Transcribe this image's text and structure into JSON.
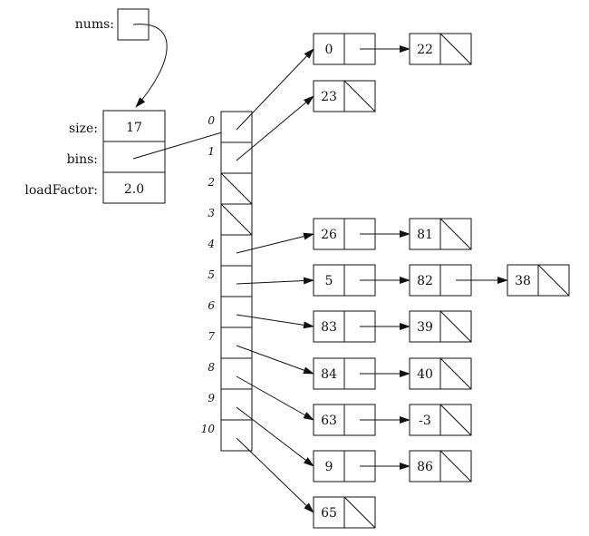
{
  "labels": {
    "nums": "nums:",
    "size": "size:",
    "bins": "bins:",
    "load_factor": "loadFactor:"
  },
  "object": {
    "size": "17",
    "load_factor": "2.0"
  },
  "bins": [
    {
      "index": "0",
      "chain": [
        "0",
        "22"
      ]
    },
    {
      "index": "1",
      "chain": [
        "23"
      ]
    },
    {
      "index": "2",
      "chain": []
    },
    {
      "index": "3",
      "chain": []
    },
    {
      "index": "4",
      "chain": [
        "26",
        "81"
      ]
    },
    {
      "index": "5",
      "chain": [
        "5",
        "82",
        "38"
      ]
    },
    {
      "index": "6",
      "chain": [
        "83",
        "39"
      ]
    },
    {
      "index": "7",
      "chain": [
        "84",
        "40"
      ]
    },
    {
      "index": "8",
      "chain": [
        "63",
        "-3"
      ]
    },
    {
      "index": "9",
      "chain": [
        "9",
        "86"
      ]
    },
    {
      "index": "10",
      "chain": [
        "65"
      ]
    }
  ]
}
